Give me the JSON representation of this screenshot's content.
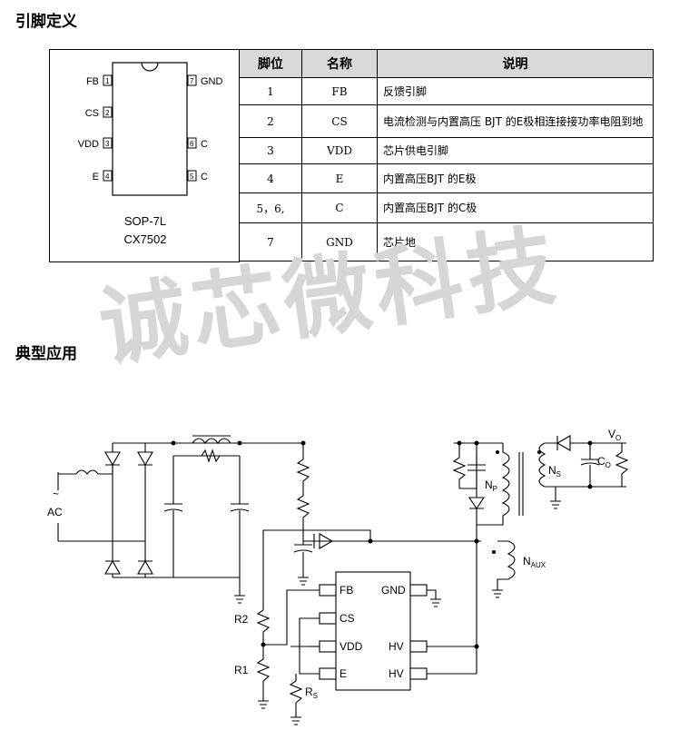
{
  "headings": {
    "pins": "引脚定义",
    "typical": "典型应用"
  },
  "package": {
    "left_pins": [
      {
        "num": "1",
        "name": "FB"
      },
      {
        "num": "2",
        "name": "CS"
      },
      {
        "num": "3",
        "name": "VDD"
      },
      {
        "num": "4",
        "name": "E"
      }
    ],
    "right_pins": [
      {
        "num": "7",
        "name": "GND"
      },
      {
        "num": "6",
        "name": "C"
      },
      {
        "num": "5",
        "name": "C"
      }
    ],
    "label1": "SOP-7L",
    "label2": "CX7502"
  },
  "table": {
    "headers": [
      "脚位",
      "名称",
      "说明"
    ],
    "rows": [
      [
        "1",
        "FB",
        "反馈引脚"
      ],
      [
        "2",
        "CS",
        "电流检测与内置高压 BJT 的E极相连接接功率电阻到地"
      ],
      [
        "3",
        "VDD",
        "芯片供电引脚"
      ],
      [
        "4",
        "E",
        "内置高压BJT 的E极"
      ],
      [
        "5，6,",
        "C",
        "内置高压BJT 的C极"
      ],
      [
        "7",
        "GND",
        "芯片地"
      ]
    ]
  },
  "watermark": "诚芯微科技",
  "schematic": {
    "ac_tilde": "~",
    "ac": "AC",
    "vo": "V",
    "vo_sub": "O",
    "co": "C",
    "co_sub": "O",
    "ns": "N",
    "ns_sub": "S",
    "np": "N",
    "np_sub": "P",
    "naux": "N",
    "naux_sub": "AUX",
    "r2": "R2",
    "r1": "R1",
    "rs": "R",
    "rs_sub": "S",
    "chip_pins": {
      "fb": "FB",
      "cs": "CS",
      "vdd": "VDD",
      "e": "E",
      "gnd": "GND",
      "hv1": "HV",
      "hv2": "HV"
    }
  }
}
